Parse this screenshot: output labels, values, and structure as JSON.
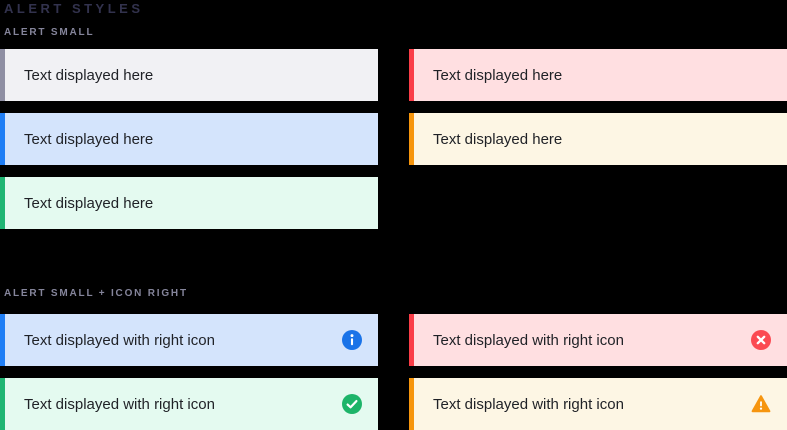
{
  "page": {
    "title": "ALERT STYLES",
    "background": "#000000"
  },
  "sections": {
    "small": {
      "label": "ALERT SMALL",
      "alerts": {
        "neutral": {
          "variant": "neutral",
          "text": "Text displayed here"
        },
        "error": {
          "variant": "error",
          "text": "Text displayed here"
        },
        "info": {
          "variant": "info",
          "text": "Text displayed here"
        },
        "warning": {
          "variant": "warning",
          "text": "Text displayed here"
        },
        "success": {
          "variant": "success",
          "text": "Text displayed here"
        }
      }
    },
    "icon_right": {
      "label": "ALERT SMALL + ICON RIGHT",
      "alerts": {
        "info": {
          "variant": "info",
          "text": "Text displayed with right icon",
          "icon": "info-icon"
        },
        "error": {
          "variant": "error",
          "text": "Text displayed with right icon",
          "icon": "error-icon"
        },
        "success": {
          "variant": "success",
          "text": "Text displayed with right icon",
          "icon": "check-icon"
        },
        "warning": {
          "variant": "warning",
          "text": "Text displayed with right icon",
          "icon": "warning-icon"
        }
      }
    }
  },
  "colors": {
    "title": "#32324D",
    "section_label": "#85859B",
    "text": "#1F2126",
    "neutral_bg": "#F1F1F4",
    "neutral_border": "#8F8FA3",
    "info_bg": "#D4E4FC",
    "info_border": "#1F7EF5",
    "info_icon": "#1A73E8",
    "success_bg": "#E4FAF0",
    "success_border": "#1FB573",
    "success_icon": "#1DB469",
    "error_bg": "#FFDFE1",
    "error_border": "#FA3D47",
    "error_icon": "#FB4A52",
    "warning_bg": "#FDF6E4",
    "warning_border": "#F6950C",
    "warning_icon": "#F6950F"
  }
}
